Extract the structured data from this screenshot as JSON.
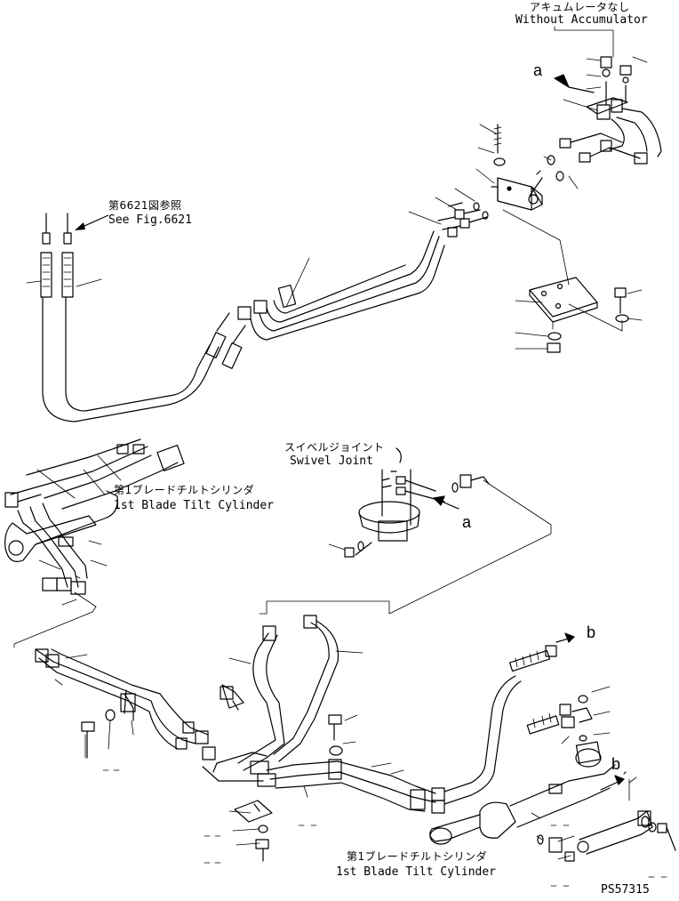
{
  "labels": {
    "without_accumulator_jp": "アキュムレータなし",
    "without_accumulator_en": "Without Accumulator",
    "see_fig_jp": "第6621図参照",
    "see_fig_en": "See Fig.6621",
    "swivel_joint_jp": "スイベルジョイント",
    "swivel_joint_en": "Swivel Joint",
    "tilt_cyl_top_jp": "第1ブレードチルトシリンダ",
    "tilt_cyl_top_en": "1st Blade Tilt Cylinder",
    "tilt_cyl_bottom_jp": "第1ブレードチルトシリンダ",
    "tilt_cyl_bottom_en": "1st Blade Tilt Cylinder",
    "ref_a_top": "a",
    "ref_a_mid": "a",
    "ref_b_right": "b",
    "ref_b_lower": "b",
    "part_code": "PS57315"
  },
  "colors": {
    "ink": "#000000",
    "paper": "#ffffff"
  }
}
